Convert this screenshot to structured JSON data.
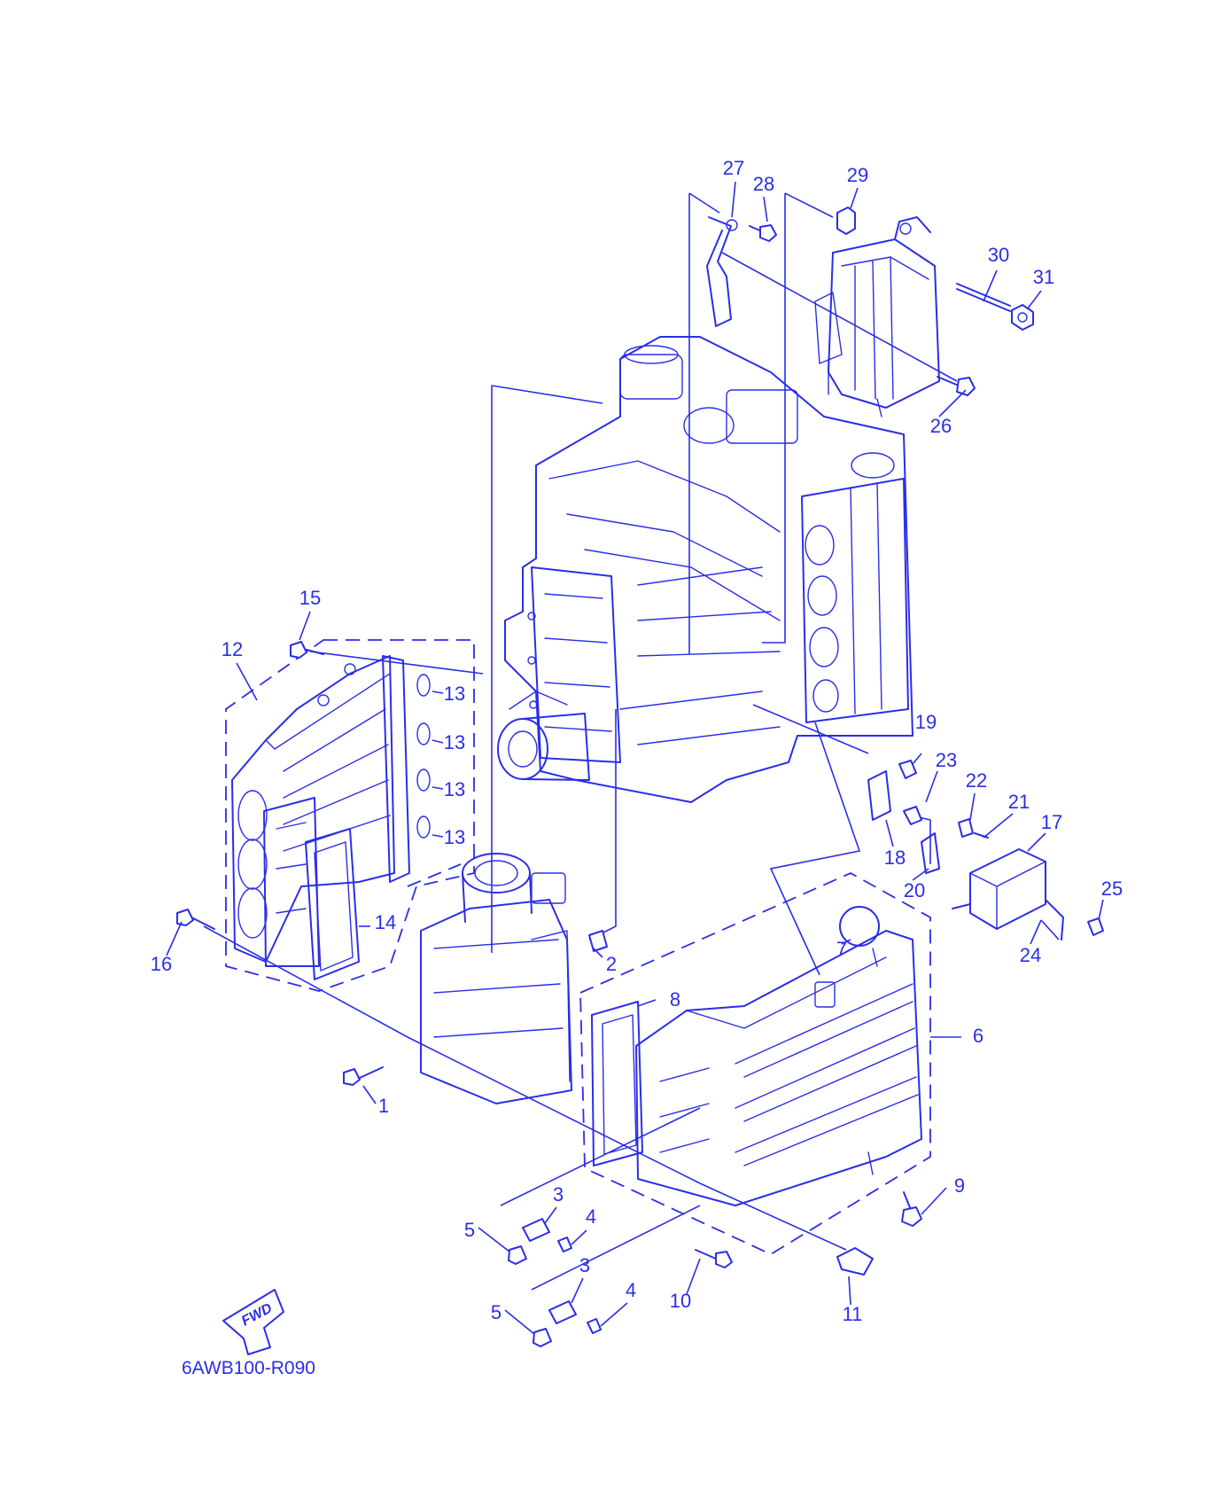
{
  "diagram": {
    "ink_color": "#2a2ee8",
    "background": "#ffffff",
    "drawing_code": "6AWB100-R090",
    "fwd_label": "FWD",
    "callouts": [
      "1",
      "2",
      "3",
      "3",
      "4",
      "4",
      "5",
      "5",
      "6",
      "7",
      "8",
      "9",
      "10",
      "11",
      "12",
      "13",
      "13",
      "13",
      "13",
      "14",
      "15",
      "16",
      "17",
      "18",
      "19",
      "20",
      "21",
      "22",
      "23",
      "24",
      "25",
      "26",
      "27",
      "28",
      "29",
      "30",
      "31"
    ]
  }
}
